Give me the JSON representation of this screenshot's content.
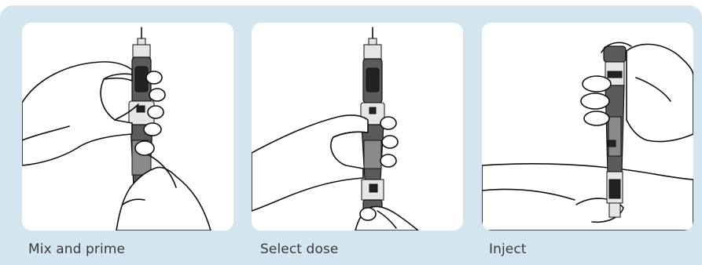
{
  "steps": [
    {
      "caption": "Mix and prime",
      "illustration": "hands-holding-pen-mixing"
    },
    {
      "caption": "Select dose",
      "illustration": "hand-turning-dose-knob"
    },
    {
      "caption": "Inject",
      "illustration": "pen-injecting-into-skin"
    }
  ],
  "colors": {
    "background_panel": "#d3e6ef",
    "card": "#ffffff",
    "pen_body": "#5b5b5b",
    "caption_text": "#3a3a3a"
  }
}
